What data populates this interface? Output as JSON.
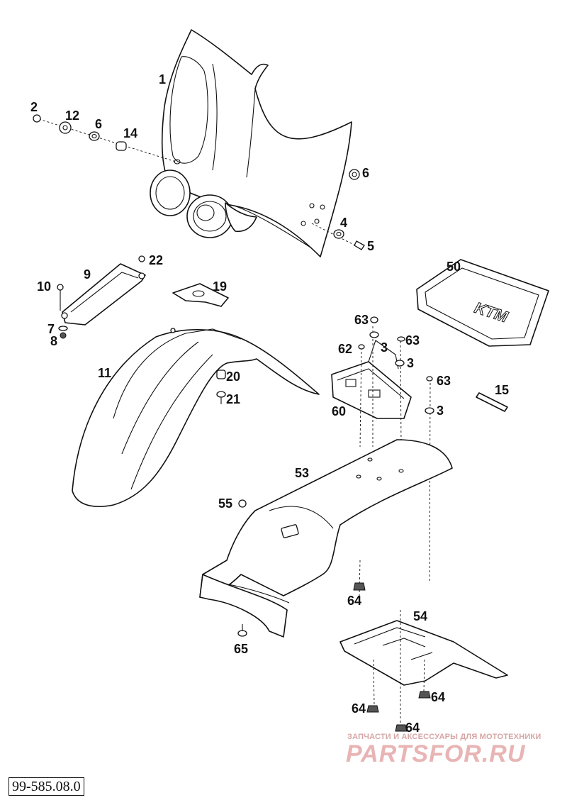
{
  "diagram": {
    "code": "99-585.08.0",
    "callouts": [
      {
        "id": "c1",
        "text": "1"
      },
      {
        "id": "c2",
        "text": "2"
      },
      {
        "id": "c12",
        "text": "12"
      },
      {
        "id": "c6a",
        "text": "6"
      },
      {
        "id": "c14",
        "text": "14"
      },
      {
        "id": "c6b",
        "text": "6"
      },
      {
        "id": "c4",
        "text": "4"
      },
      {
        "id": "c5",
        "text": "5"
      },
      {
        "id": "c9",
        "text": "9"
      },
      {
        "id": "c22",
        "text": "22"
      },
      {
        "id": "c10",
        "text": "10"
      },
      {
        "id": "c19",
        "text": "19"
      },
      {
        "id": "c7",
        "text": "7"
      },
      {
        "id": "c8",
        "text": "8"
      },
      {
        "id": "c50",
        "text": "50"
      },
      {
        "id": "c63a",
        "text": "63"
      },
      {
        "id": "c62",
        "text": "62"
      },
      {
        "id": "c3a",
        "text": "3"
      },
      {
        "id": "c63b",
        "text": "63"
      },
      {
        "id": "c3b",
        "text": "3"
      },
      {
        "id": "c11",
        "text": "11"
      },
      {
        "id": "c20",
        "text": "20"
      },
      {
        "id": "c21",
        "text": "21"
      },
      {
        "id": "c63c",
        "text": "63"
      },
      {
        "id": "c15",
        "text": "15"
      },
      {
        "id": "c60",
        "text": "60"
      },
      {
        "id": "c3c",
        "text": "3"
      },
      {
        "id": "c53",
        "text": "53"
      },
      {
        "id": "c55",
        "text": "55"
      },
      {
        "id": "c64a",
        "text": "64"
      },
      {
        "id": "c54",
        "text": "54"
      },
      {
        "id": "c65",
        "text": "65"
      },
      {
        "id": "c64b",
        "text": "64"
      },
      {
        "id": "c64c",
        "text": "64"
      },
      {
        "id": "c64d",
        "text": "64"
      }
    ]
  },
  "plate_logo_text": "KTM",
  "watermark": {
    "tagline": "ЗАПЧАСТИ И АКСЕССУАРЫ ДЛЯ МОТОТЕХНИКИ",
    "logo": "PARTSFOR.RU",
    "color": "#e8b4b4"
  }
}
